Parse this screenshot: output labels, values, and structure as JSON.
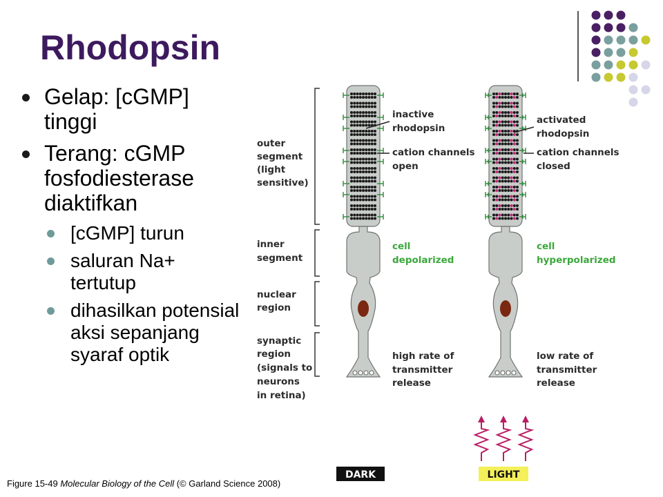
{
  "slide": {
    "title": "Rhodopsin",
    "bullets": [
      {
        "text": "Gelap: [cGMP] tinggi",
        "level": 1
      },
      {
        "text": "Terang: cGMP fosfodiesterase diaktifkan",
        "level": 1
      },
      {
        "text": "[cGMP] turun",
        "level": 2
      },
      {
        "text": "saluran Na+ tertutup",
        "level": 2
      },
      {
        "text": "dihasilkan potensial aksi sepanjang syaraf optik",
        "level": 2
      }
    ]
  },
  "diagram": {
    "left_labels": {
      "outer": [
        "outer",
        "segment",
        "(light",
        "sensitive)"
      ],
      "inner": [
        "inner",
        "segment"
      ],
      "nuclear": [
        "nuclear",
        "region"
      ],
      "synaptic": [
        "synaptic",
        "region",
        "(signals to",
        "neurons",
        "in retina)"
      ]
    },
    "dark": {
      "rhodopsin": [
        "inactive",
        "rhodopsin"
      ],
      "channels": [
        "cation channels",
        "open"
      ],
      "cell": [
        "cell",
        "depolarized"
      ],
      "release": [
        "high rate of",
        "transmitter",
        "release"
      ],
      "badge": "DARK"
    },
    "light": {
      "rhodopsin": [
        "activated",
        "rhodopsin"
      ],
      "channels": [
        "cation channels",
        "closed"
      ],
      "cell": [
        "cell",
        "hyperpolarized"
      ],
      "release": [
        "low rate of",
        "transmitter",
        "release"
      ],
      "badge": "LIGHT"
    }
  },
  "caption": {
    "prefix": "Figure 15-49",
    "book": "Molecular Biology of the Cell",
    "suffix": "(© Garland Science 2008)"
  },
  "colors": {
    "title": "#3d1a5e",
    "purple_dot": "#4a1f63",
    "teal_dot": "#7a9f9f",
    "yellow_dot": "#c6c930",
    "lavender_dot": "#d6d6e8",
    "green_label": "#3aa83a",
    "cell_fill": "#c9cdc9",
    "nucleus": "#7a2812",
    "active_rhodopsin": "#c2287a"
  }
}
